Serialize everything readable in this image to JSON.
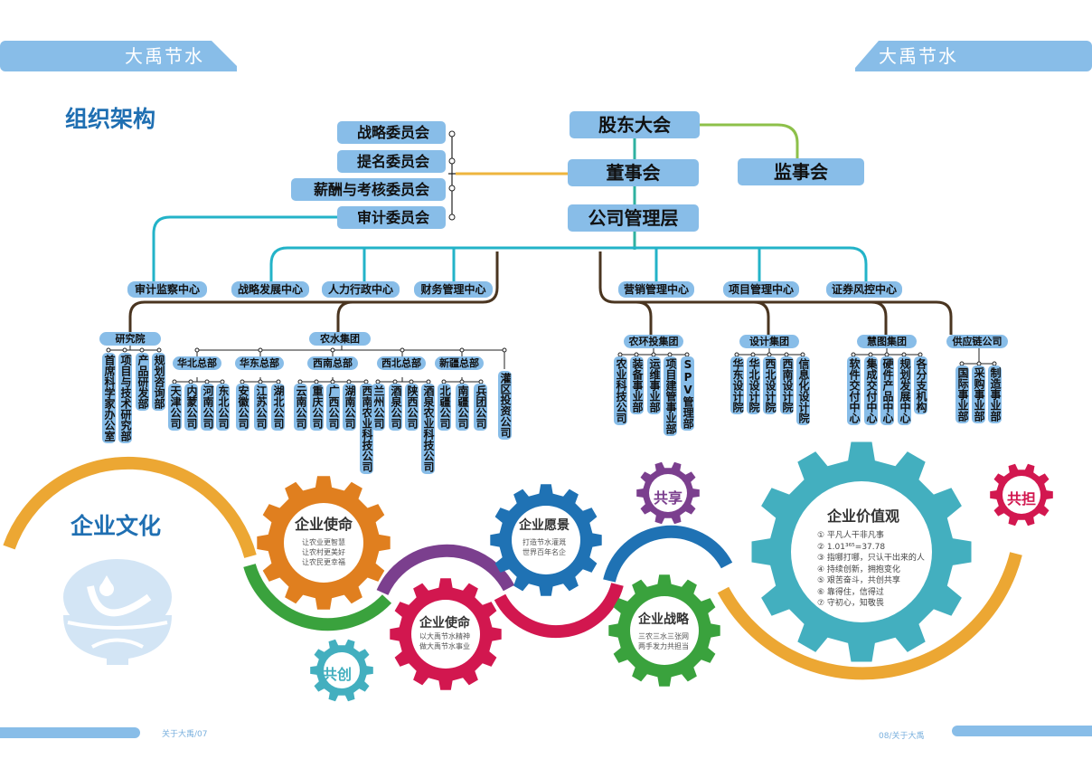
{
  "brand": {
    "left_banner": "大禹节水",
    "right_banner": "大禹节水"
  },
  "org": {
    "title": "组织架构",
    "shareholders": "股东大会",
    "board": "董事会",
    "supervisors": "监事会",
    "management": "公司管理层",
    "committees": [
      "战略委员会",
      "提名委员会",
      "薪酬与考核委员会",
      "审计委员会"
    ],
    "centers_left": [
      "审计监察中心",
      "战略发展中心",
      "人力行政中心",
      "财务管理中心"
    ],
    "centers_right": [
      "营销管理中心",
      "项目管理中心",
      "证券风控中心"
    ],
    "research": {
      "name": "研究院",
      "units": [
        "首席科学家办公室",
        "项目与技术研究部",
        "产品研发部",
        "规划咨询部"
      ]
    },
    "nongshui": {
      "name": "农水集团",
      "regions": [
        {
          "name": "华北总部",
          "units": [
            "天津公司",
            "内蒙公司",
            "河南公司",
            "东北公司"
          ]
        },
        {
          "name": "华东总部",
          "units": [
            "安徽公司",
            "江苏公司",
            "湖北公司"
          ]
        },
        {
          "name": "西南总部",
          "units": [
            "云南公司",
            "重庆公司",
            "广西公司",
            "湖南公司",
            "西南农业科技公司"
          ]
        },
        {
          "name": "西北总部",
          "units": [
            "兰州公司",
            "酒泉公司",
            "陕西公司",
            "酒泉农业科技公司"
          ]
        },
        {
          "name": "新疆总部",
          "units": [
            "北疆公司",
            "南疆公司",
            "兵团公司"
          ]
        }
      ],
      "direct": [
        "灌区投资公司"
      ]
    },
    "nonghuantou": {
      "name": "农环投集团",
      "units": [
        "农业科技公司",
        "装备事业部",
        "运维事业部",
        "项目建管事业部",
        "SPV管理部"
      ]
    },
    "design": {
      "name": "设计集团",
      "units": [
        "华东设计院",
        "华北设计院",
        "西北设计院",
        "西南设计院",
        "信息化设计院"
      ]
    },
    "huitu": {
      "name": "慧图集团",
      "units": [
        "软件交付中心",
        "集成交付中心",
        "硬件产品中心",
        "规划发展中心",
        "各分支机构"
      ]
    },
    "supply": {
      "name": "供应链公司",
      "units": [
        "国际事业部",
        "采购事业部",
        "制造事业部"
      ]
    }
  },
  "culture": {
    "title": "企业文化",
    "mission1": {
      "title": "企业使命",
      "lines": [
        "让农业更智慧",
        "让农村更美好",
        "让农民更幸福"
      ]
    },
    "vision": {
      "title": "企业愿景",
      "lines": [
        "打造节水灌溉",
        "世界百年名企"
      ]
    },
    "mission2": {
      "title": "企业使命",
      "lines": [
        "以大禹节水精神",
        "做大禹节水事业"
      ]
    },
    "strategy": {
      "title": "企业战略",
      "lines": [
        "三农三水三张网",
        "两手发力共担当"
      ]
    },
    "values": {
      "title": "企业价值观",
      "items": [
        "① 平凡人干非凡事",
        "② 1.01³⁶⁵=37.78",
        "③ 指哪打哪，只认干出来的人",
        "④ 持续创新，拥抱变化",
        "⑤ 艰苦奋斗，共创共享",
        "⑥ 靠得住，信得过",
        "⑦ 守初心，知敬畏"
      ]
    },
    "small_gears": {
      "gongchuang": "共创",
      "gongxiang": "共享",
      "gongdan": "共担"
    }
  },
  "colors": {
    "orange": "#e07f1f",
    "blue": "#1f72b4",
    "crimson": "#d2174f",
    "green": "#3aa23d",
    "teal": "#43afbf",
    "purple": "#7b3f8e",
    "gold": "#eca733",
    "light_blue": "#88bde8"
  },
  "footer": {
    "left": "关于大禹/07",
    "right": "08/关于大禹"
  }
}
